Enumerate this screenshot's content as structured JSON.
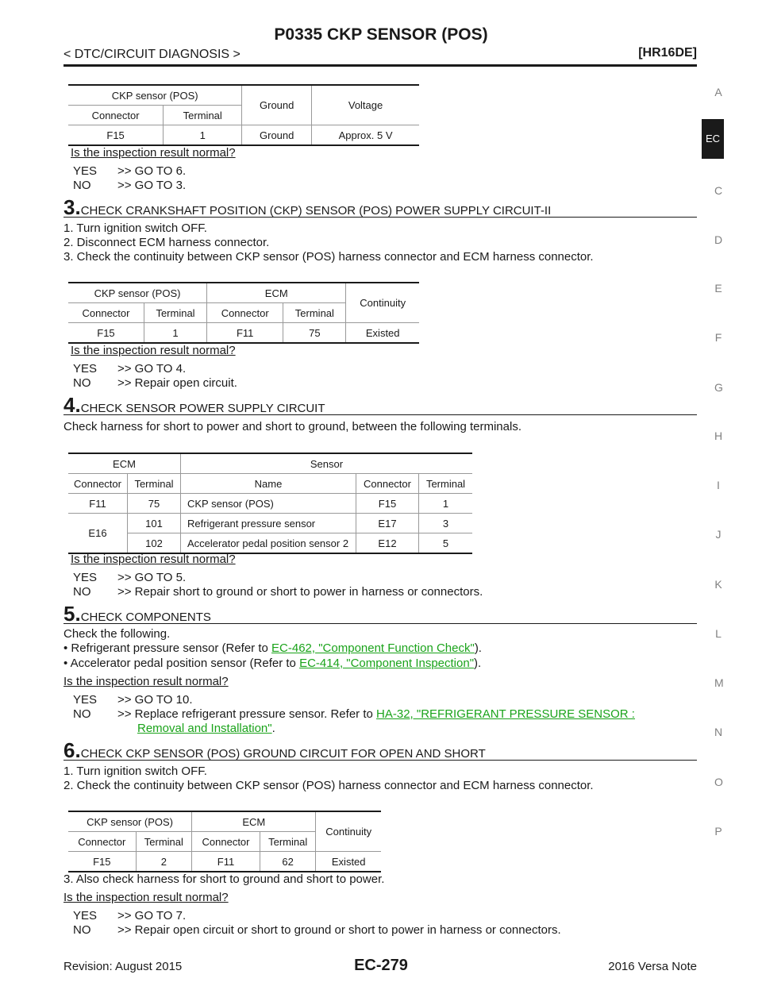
{
  "header": {
    "title": "P0335 CKP SENSOR (POS)",
    "breadcrumb": "< DTC/CIRCUIT DIAGNOSIS >",
    "engine_code": "[HR16DE]"
  },
  "side_index": {
    "letters": [
      "A",
      "EC",
      "C",
      "D",
      "E",
      "F",
      "G",
      "H",
      "I",
      "J",
      "K",
      "L",
      "M",
      "N",
      "O",
      "P"
    ],
    "active": "EC"
  },
  "table1": {
    "group": "CKP sensor (POS)",
    "col_connector": "Connector",
    "col_terminal": "Terminal",
    "col_ground": "Ground",
    "col_voltage": "Voltage",
    "row": [
      "F15",
      "1",
      "Ground",
      "Approx. 5 V"
    ]
  },
  "q1": "Is the inspection result normal?",
  "a1": {
    "yes_label": "YES",
    "yes_text": ">> GO TO 6.",
    "no_label": "NO",
    "no_text": ">> GO TO 3."
  },
  "step3": {
    "num": "3.",
    "title": "CHECK CRANKSHAFT POSITION (CKP) SENSOR (POS) POWER SUPPLY CIRCUIT-II",
    "lines": [
      "1. Turn ignition switch OFF.",
      "2. Disconnect ECM harness connector.",
      "3. Check the continuity between CKP sensor (POS) harness connector and ECM harness connector."
    ]
  },
  "table2": {
    "group1": "CKP sensor (POS)",
    "group2": "ECM",
    "col_continuity": "Continuity",
    "col_connector": "Connector",
    "col_terminal": "Terminal",
    "row": [
      "F15",
      "1",
      "F11",
      "75",
      "Existed"
    ]
  },
  "q2": "Is the inspection result normal?",
  "a2": {
    "yes_label": "YES",
    "yes_text": ">> GO TO 4.",
    "no_label": "NO",
    "no_text": ">> Repair open circuit."
  },
  "step4": {
    "num": "4.",
    "title": "CHECK SENSOR POWER SUPPLY CIRCUIT",
    "lines": [
      "Check harness for short to power and short to ground, between the following terminals."
    ]
  },
  "table3": {
    "group1": "ECM",
    "group2": "Sensor",
    "col_connector": "Connector",
    "col_terminal": "Terminal",
    "col_name": "Name",
    "rows": [
      [
        "F11",
        "75",
        "CKP sensor (POS)",
        "F15",
        "1"
      ],
      [
        "E16",
        "101",
        "Refrigerant pressure sensor",
        "E17",
        "3"
      ],
      [
        "",
        "102",
        "Accelerator pedal position sensor 2",
        "E12",
        "5"
      ]
    ]
  },
  "q3": "Is the inspection result normal?",
  "a3": {
    "yes_label": "YES",
    "yes_text": ">> GO TO 5.",
    "no_label": "NO",
    "no_text": ">> Repair short to ground or short to power in harness or connectors."
  },
  "step5": {
    "num": "5.",
    "title": "CHECK COMPONENTS",
    "intro": "Check the following.",
    "b1_pre": "• Refrigerant pressure sensor (Refer to ",
    "b1_link": "EC-462, \"Component Function Check\"",
    "b1_post": ").",
    "b2_pre": "• Accelerator pedal position sensor (Refer to ",
    "b2_link": "EC-414, \"Component Inspection\"",
    "b2_post": ")."
  },
  "q4": "Is the inspection result normal?",
  "a4": {
    "yes_label": "YES",
    "yes_text": ">> GO TO 10.",
    "no_label": "NO",
    "no_pre": ">> Replace refrigerant pressure sensor. Refer to ",
    "no_link1": "HA-32, \"REFRIGERANT PRESSURE SENSOR :",
    "no_link2": "Removal and Installation\"",
    "no_post": "."
  },
  "step6": {
    "num": "6.",
    "title": "CHECK CKP SENSOR (POS) GROUND CIRCUIT FOR OPEN AND SHORT",
    "lines": [
      "1. Turn ignition switch OFF.",
      "2. Check the continuity between CKP sensor (POS) harness connector and ECM harness connector."
    ],
    "after": "3. Also check harness for short to ground and short to power."
  },
  "table4": {
    "group1": "CKP sensor (POS)",
    "group2": "ECM",
    "col_continuity": "Continuity",
    "col_connector": "Connector",
    "col_terminal": "Terminal",
    "row": [
      "F15",
      "2",
      "F11",
      "62",
      "Existed"
    ]
  },
  "q5": "Is the inspection result normal?",
  "a5": {
    "yes_label": "YES",
    "yes_text": ">> GO TO 7.",
    "no_label": "NO",
    "no_text": ">> Repair open circuit or short to ground or short to power in harness or connectors."
  },
  "footer": {
    "revision": "Revision: August 2015",
    "page": "EC-279",
    "model": "2016 Versa Note"
  }
}
